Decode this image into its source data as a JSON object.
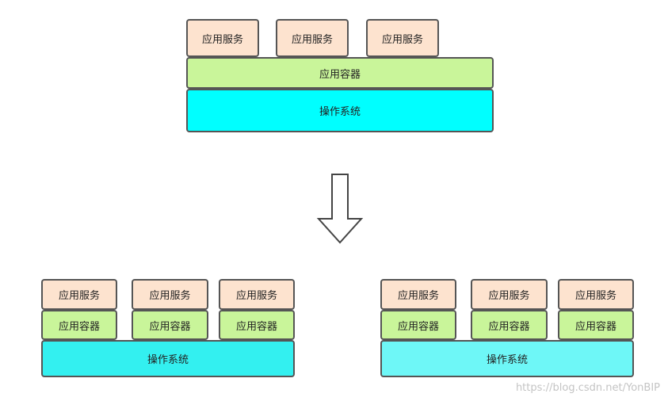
{
  "labels": {
    "app_service": "应用服务",
    "app_container": "应用容器",
    "operating_system": "操作系统"
  },
  "watermark": "https://blog.csdn.net/YonBIP",
  "colors": {
    "service": "#fde3cf",
    "container": "#c9f59a",
    "os_top": "#00ffff",
    "os_left": "#33f0f0",
    "os_right": "#6ef7f7",
    "border": "#555555"
  }
}
